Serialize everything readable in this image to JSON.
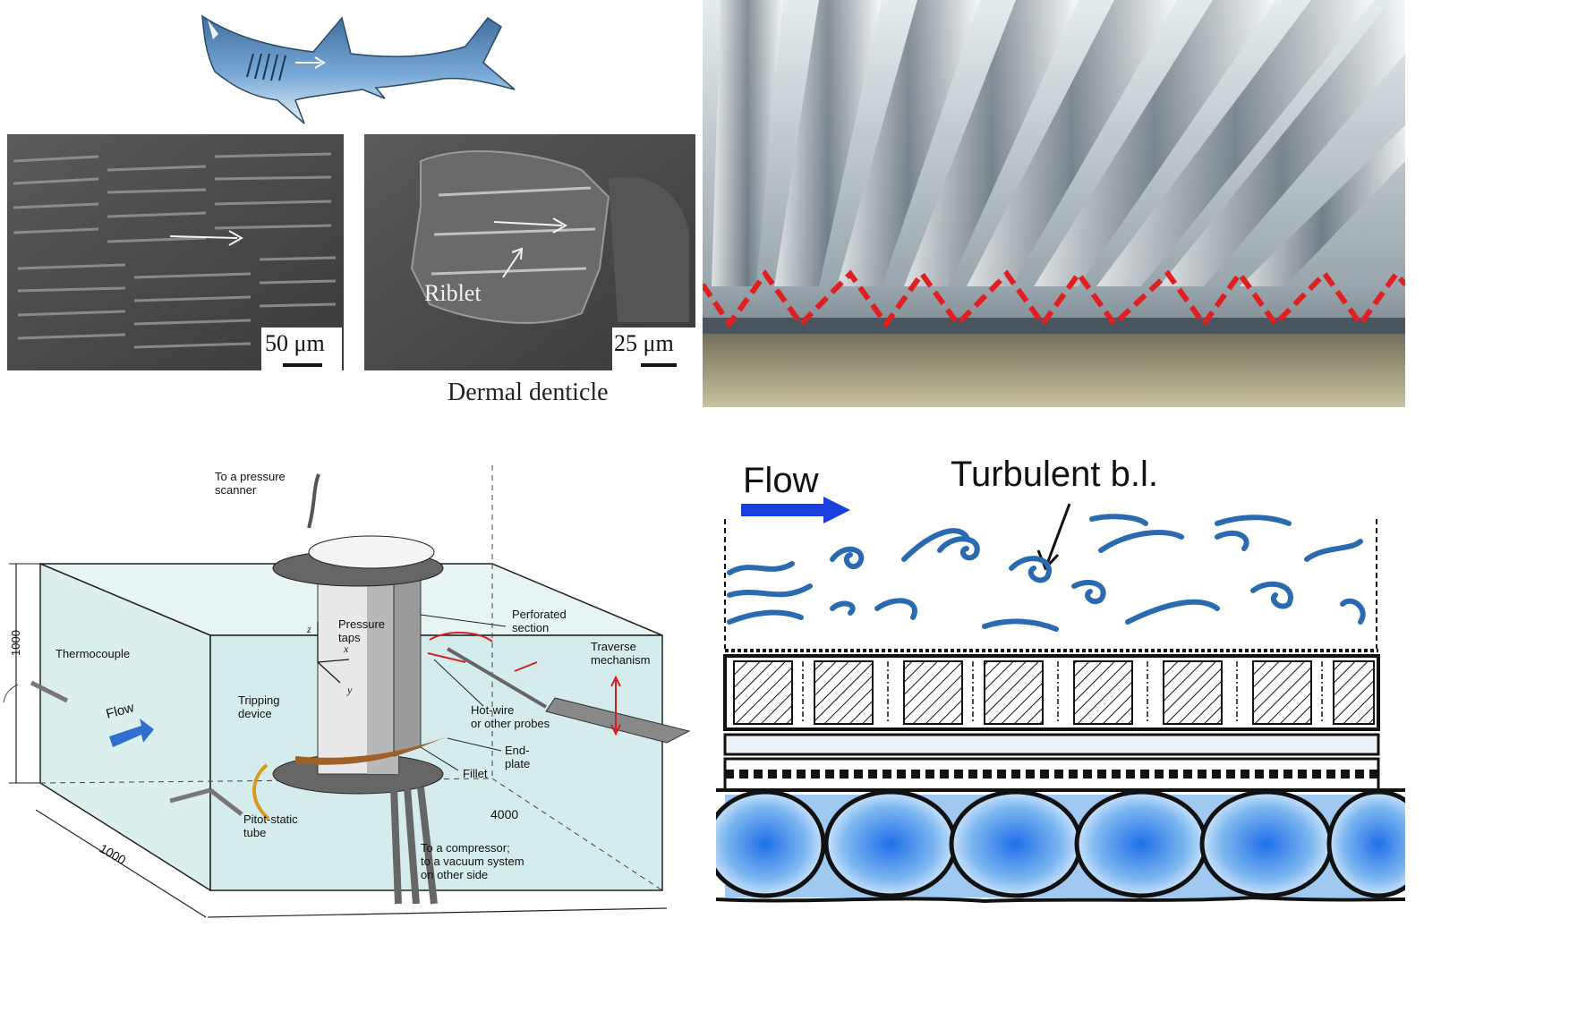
{
  "shark_panel": {
    "sem_left_scale": "50 μm",
    "sem_right_scale": "25 μm",
    "riblet_label": "Riblet",
    "caption": "Dermal denticle",
    "colors": {
      "sem_bg": "#4a4a4a",
      "shark_body": "#6a9ccd"
    }
  },
  "riblet_photo": {
    "colors": {
      "profile_dash": "#e02020",
      "metal": "#c9d2d8",
      "base": "#8a8050"
    }
  },
  "tunnel_diagram": {
    "labels": {
      "pressure_scanner": [
        "To a pressure",
        "scanner"
      ],
      "pressure_taps": [
        "Pressure",
        "taps"
      ],
      "perforated": [
        "Perforated",
        "section"
      ],
      "traverse": [
        "Traverse",
        "mechanism"
      ],
      "thermocouple": "Thermocouple",
      "tripping": [
        "Tripping",
        "device"
      ],
      "flow": "Flow",
      "hotwire": [
        "Hot-wire",
        "or other probes"
      ],
      "endplate": [
        "End-",
        "plate"
      ],
      "fillet": "Fillet",
      "pitot": [
        "Pitot-static",
        "tube"
      ],
      "compressor": [
        "To a compressor;",
        "to a vacuum system",
        "on other side"
      ],
      "dim_height": "1000",
      "dim_width": "1000",
      "dim_length": "4000",
      "axis_z": "z",
      "axis_x": "x",
      "axis_y": "y"
    },
    "colors": {
      "box_fill": "#d8eeee",
      "flow_arrow": "#2f6fd0",
      "fillet": "#a0602a"
    }
  },
  "compliant_wall": {
    "flow_label": "Flow",
    "bl_label": "Turbulent b.l.",
    "colors": {
      "flow_arrow": "#1a3fe0",
      "eddies": "#2a6ab0",
      "cells": "#4a9ae8"
    }
  }
}
